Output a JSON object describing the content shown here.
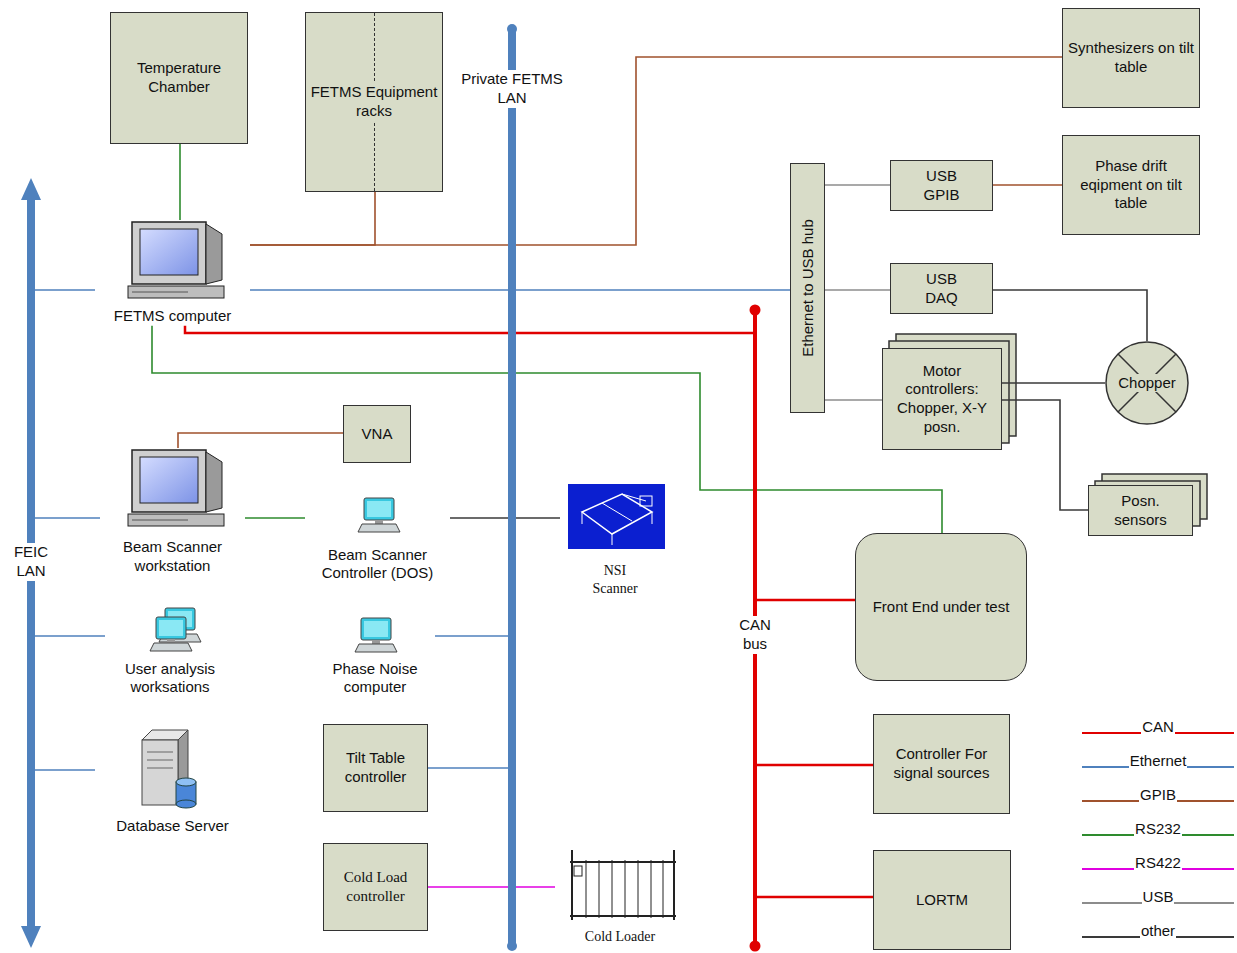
{
  "diagram": {
    "nodes": [
      {
        "text": [
          "Temperature Chamber"
        ]
      },
      {
        "text": [
          "FETMS Equipment racks"
        ]
      },
      {
        "text": [
          "Synthesizers on tilt table"
        ]
      },
      {
        "text": [
          "Ethernet to USB hub"
        ]
      },
      {
        "text": [
          "USB GPIB"
        ]
      },
      {
        "text": [
          "Phase drift eqipment on tilt table"
        ]
      },
      {
        "text": [
          "USB DAQ"
        ]
      },
      {
        "text": [
          "Motor controllers: Chopper, X-Y posn."
        ]
      },
      {
        "text": [
          "Chopper"
        ]
      },
      {
        "text": [
          "Posn. sensors"
        ]
      },
      {
        "text": [
          "FETMS computer"
        ]
      },
      {
        "text": [
          "VNA"
        ]
      },
      {
        "text": [
          "Beam Scanner workstation"
        ]
      },
      {
        "text": [
          "Beam Scanner Controller (DOS)"
        ]
      },
      {
        "text": [
          "NSI Scanner"
        ]
      },
      {
        "text": [
          "Front End under test"
        ]
      },
      {
        "text": [
          "User analysis worksations"
        ]
      },
      {
        "text": [
          "Phase Noise computer"
        ]
      },
      {
        "text": [
          "Controller For signal sources"
        ]
      },
      {
        "text": [
          "Tilt Table controller"
        ]
      },
      {
        "text": [
          "Database Server"
        ]
      },
      {
        "text": [
          "Cold Load controller"
        ]
      },
      {
        "text": [
          "Cold Loader"
        ]
      },
      {
        "text": [
          "LORTM"
        ]
      },
      {
        "text": [
          "FEIC LAN"
        ]
      },
      {
        "text": [
          "Private FETMS LAN"
        ]
      },
      {
        "text": [
          "CAN bus"
        ]
      }
    ],
    "edges": [
      {
        "from": 0,
        "to": 10,
        "arrow": "none"
      },
      {
        "from": 10,
        "to": 1,
        "arrow": "none"
      },
      {
        "from": 10,
        "to": 2,
        "arrow": "none"
      },
      {
        "from": 10,
        "to": 24,
        "arrow": "none"
      },
      {
        "from": 10,
        "to": 3,
        "arrow": "none"
      },
      {
        "from": 10,
        "to": 26,
        "arrow": "none"
      },
      {
        "from": 10,
        "to": 15,
        "arrow": "none"
      },
      {
        "from": 3,
        "to": 4,
        "arrow": "none"
      },
      {
        "from": 4,
        "to": 5,
        "arrow": "none"
      },
      {
        "from": 3,
        "to": 6,
        "arrow": "none"
      },
      {
        "from": 6,
        "to": 8,
        "arrow": "none"
      },
      {
        "from": 3,
        "to": 7,
        "arrow": "none"
      },
      {
        "from": 7,
        "to": 8,
        "arrow": "none"
      },
      {
        "from": 7,
        "to": 9,
        "arrow": "none"
      },
      {
        "from": 11,
        "to": 12,
        "arrow": "none"
      },
      {
        "from": 12,
        "to": 24,
        "arrow": "none"
      },
      {
        "from": 12,
        "to": 13,
        "arrow": "none"
      },
      {
        "from": 13,
        "to": 14,
        "arrow": "none"
      },
      {
        "from": 16,
        "to": 24,
        "arrow": "none"
      },
      {
        "from": 20,
        "to": 24,
        "arrow": "none"
      },
      {
        "from": 17,
        "to": 25,
        "arrow": "none"
      },
      {
        "from": 19,
        "to": 25,
        "arrow": "none"
      },
      {
        "from": 21,
        "to": 22,
        "arrow": "none"
      },
      {
        "from": 26,
        "to": 15,
        "arrow": "none"
      },
      {
        "from": 26,
        "to": 18,
        "arrow": "none"
      },
      {
        "from": 26,
        "to": 23,
        "arrow": "none"
      }
    ],
    "legend": [
      {
        "text": "CAN"
      },
      {
        "text": "Ethernet"
      },
      {
        "text": "GPIB"
      },
      {
        "text": "RS232"
      },
      {
        "text": "RS422"
      },
      {
        "text": "USB"
      },
      {
        "text": "other"
      }
    ]
  }
}
